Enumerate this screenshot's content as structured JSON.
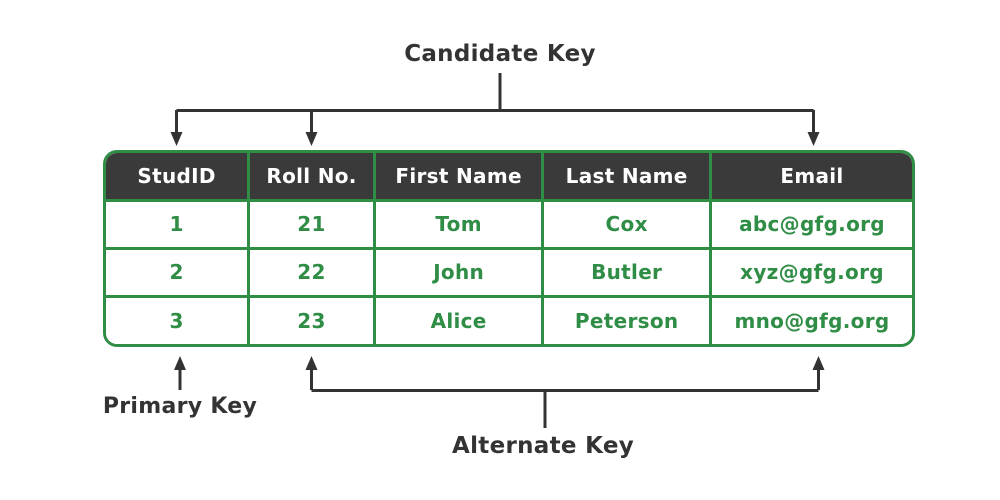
{
  "diagram": {
    "labels": {
      "candidate_key": "Candidate Key",
      "primary_key": "Primary Key",
      "alternate_key": "Alternate Key"
    },
    "colors": {
      "green": "#2f8d46",
      "dark": "#333333",
      "header_bg": "#3a3a3a",
      "header_text": "#ffffff",
      "background": "#ffffff"
    }
  },
  "table": {
    "headers": [
      "StudID",
      "Roll No.",
      "First Name",
      "Last Name",
      "Email"
    ],
    "rows": [
      [
        "1",
        "21",
        "Tom",
        "Cox",
        "abc@gfg.org"
      ],
      [
        "2",
        "22",
        "John",
        "Butler",
        "xyz@gfg.org"
      ],
      [
        "3",
        "23",
        "Alice",
        "Peterson",
        "mno@gfg.org"
      ]
    ]
  }
}
